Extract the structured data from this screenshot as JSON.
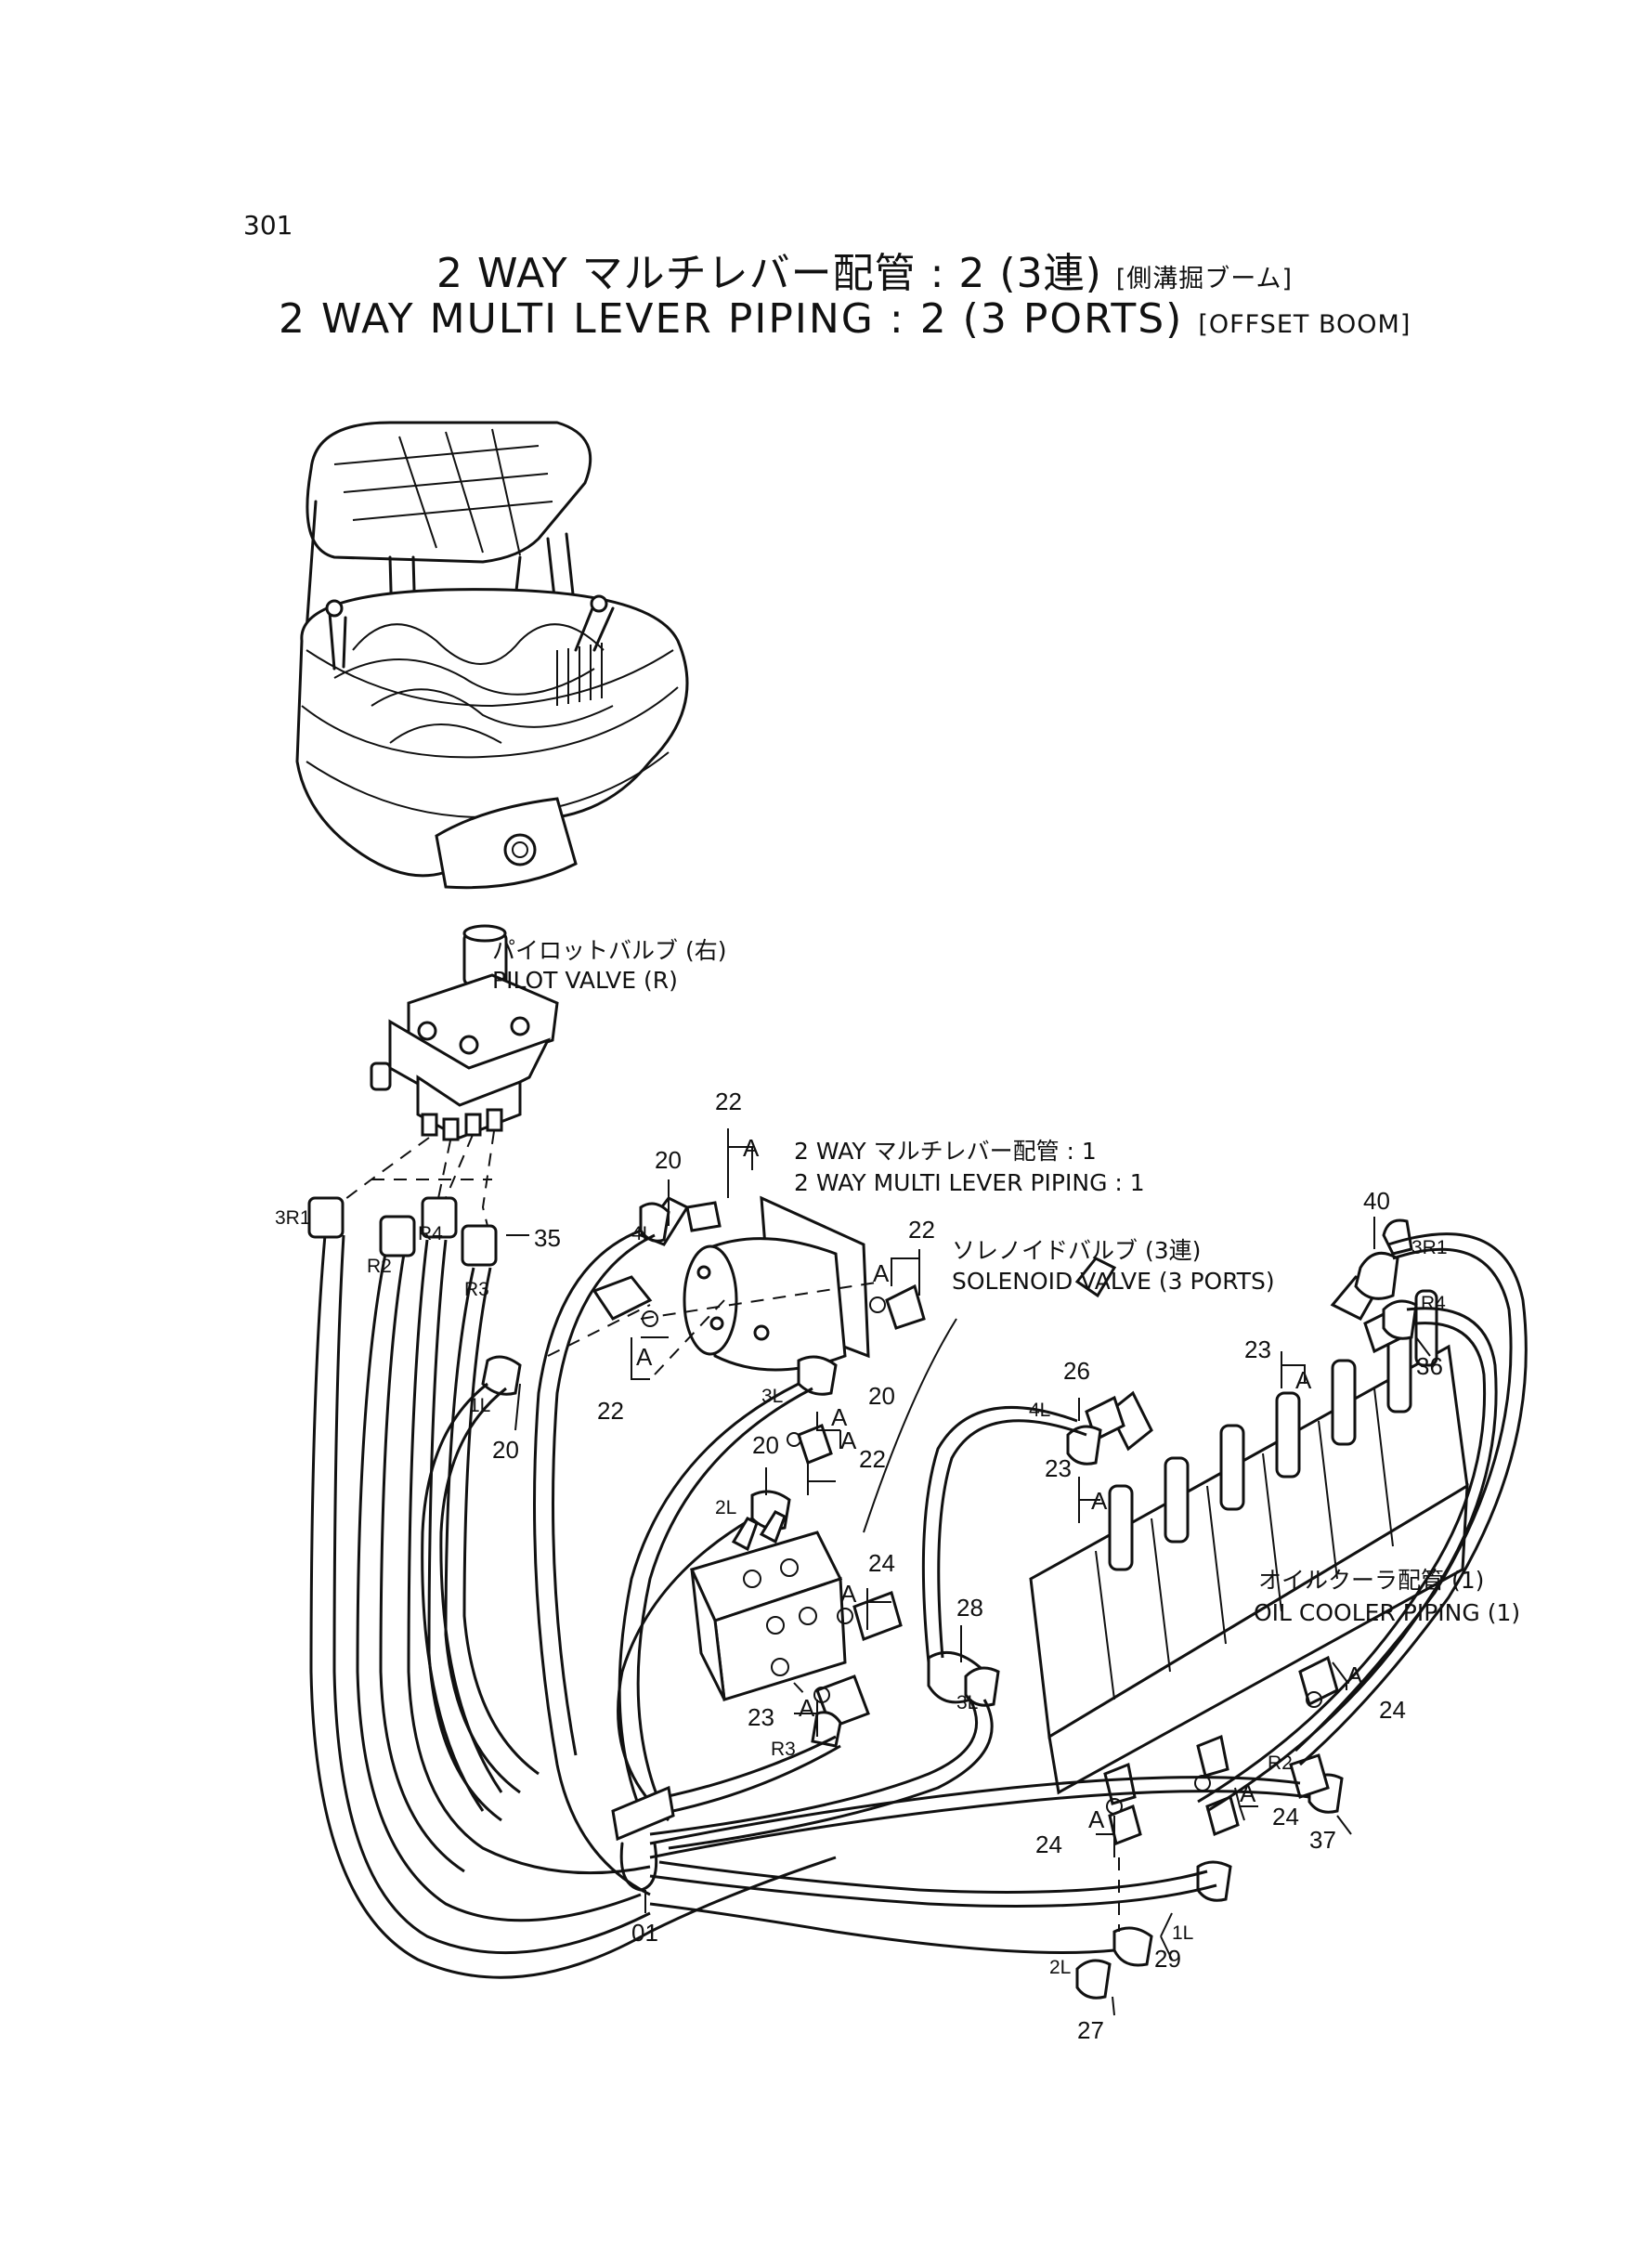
{
  "page_number": "301",
  "title_jp": "2 WAY マルチレバー配管 : 2 (3連)",
  "title_jp_sub": "[側溝掘ブーム]",
  "title_en": "2 WAY MULTI LEVER PIPING : 2 (3 PORTS)",
  "title_en_sub": "[OFFSET BOOM]",
  "captions": {
    "pilot_valve_jp": "パイロットバルブ (右)",
    "pilot_valve_en": "PILOT VALVE (R)",
    "multi_lever_jp": "2 WAY マルチレバー配管 : 1",
    "multi_lever_en": "2 WAY MULTI LEVER PIPING : 1",
    "solenoid_jp": "ソレノイドバルブ (3連)",
    "solenoid_en": "SOLENOID VALVE (3 PORTS)",
    "oil_cooler_jp": "オイルクーラ配管 (1)",
    "oil_cooler_en": "OIL COOLER PIPING (1)"
  },
  "callouts": {
    "c20a": "20",
    "c22a": "22",
    "c22b": "22",
    "c22c": "22",
    "c22d": "22",
    "c20b": "20",
    "c20c": "20",
    "c20d": "20",
    "c35": "35",
    "c40": "40",
    "c36": "36",
    "c23a": "23",
    "c26": "26",
    "c23b": "23",
    "c24a": "24",
    "c28": "28",
    "c23c": "23",
    "c24b": "24",
    "c24c": "24",
    "c24d": "24",
    "c37": "37",
    "c29": "29",
    "c27": "27",
    "c01": "01"
  },
  "a_marks": [
    "A",
    "A",
    "A",
    "A",
    "A",
    "A",
    "A",
    "A",
    "A",
    "A",
    "A",
    "A"
  ],
  "port_labels": {
    "p3R1a": "3R1",
    "pR2a": "R2",
    "pR4a": "R4",
    "pR3a": "R3",
    "p4La": "4L",
    "p1La": "1L",
    "p3La": "3L",
    "p2La": "2L",
    "p3R1b": "3R1",
    "pR4b": "R4",
    "p4Lb": "4L",
    "p3Lb": "3L",
    "pR3b": "R3",
    "pR2b": "R2",
    "p1Lb": "1L",
    "p2Lb": "2L"
  }
}
